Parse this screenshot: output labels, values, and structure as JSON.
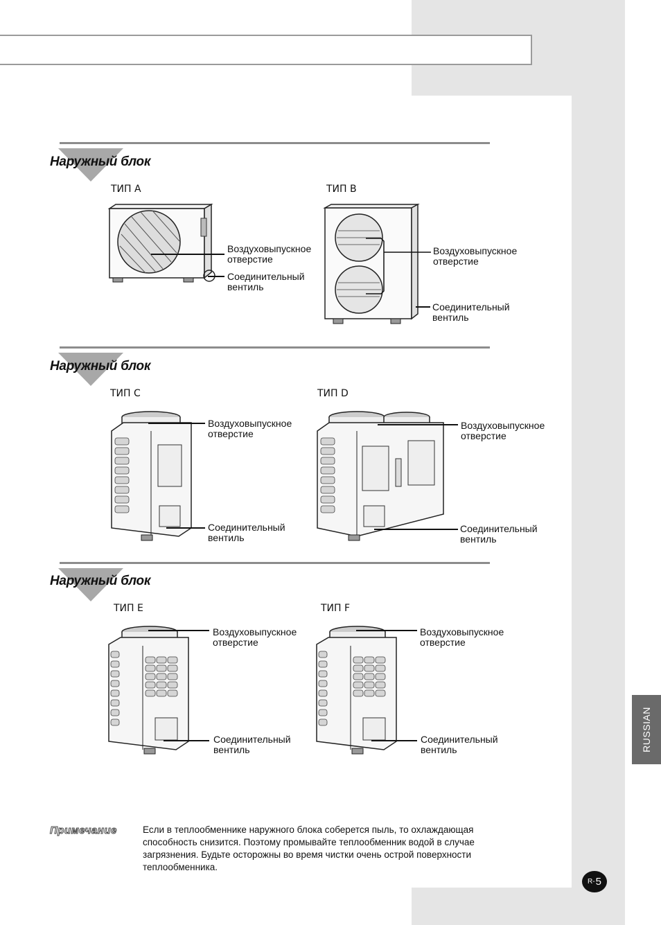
{
  "sections": [
    {
      "title": "Наружный блок",
      "types": [
        {
          "label": "ТИП A",
          "outlet": "Воздуховыпускное\nотверстие",
          "valve": "Соединительный\nвентиль"
        },
        {
          "label": "ТИП B",
          "outlet": "Воздуховыпускное\nотверстие",
          "valve": "Соединительный\nвентиль"
        }
      ]
    },
    {
      "title": "Наружный блок",
      "types": [
        {
          "label": "ТИП C",
          "outlet": "Воздуховыпускное\nотверстие",
          "valve": "Соединительный\nвентиль"
        },
        {
          "label": "ТИП D",
          "outlet": "Воздуховыпускное\nотверстие",
          "valve": "Соединительный\nвентиль"
        }
      ]
    },
    {
      "title": "Наружный блок",
      "types": [
        {
          "label": "ТИП E",
          "outlet": "Воздуховыпускное\nотверстие",
          "valve": "Соединительный\nвентиль"
        },
        {
          "label": "ТИП F",
          "outlet": "Воздуховыпускное\nотверстие",
          "valve": "Соединительный\nвентиль"
        }
      ]
    }
  ],
  "note": {
    "title": "Примечание",
    "text": "Если в теплообменнике наружного блока соберется пыль, то охлаждающая\nспособность снизится. Поэтому промывайте теплообменник водой в случае\nзагрязнения. Будьте осторожны во время чистки очень острой поверхности\nтеплообменника."
  },
  "side_tab": "RUSSIAN",
  "page_number": {
    "prefix": "R-",
    "number": "5"
  }
}
